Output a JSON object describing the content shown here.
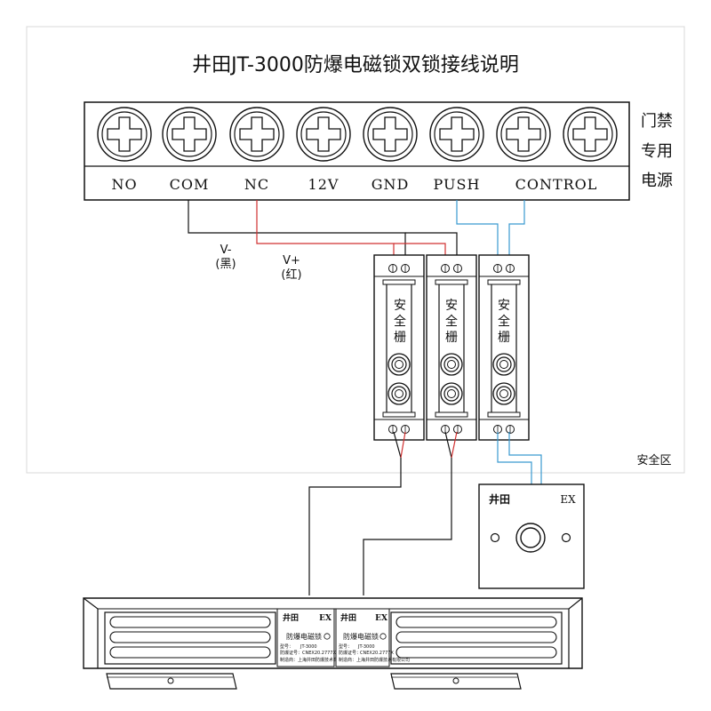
{
  "title": "井田JT-3000防爆电磁锁双锁接线说明",
  "terminal_block": {
    "labels": [
      "NO",
      "COM",
      "NC",
      "12V",
      "GND",
      "PUSH",
      "CONTROL"
    ],
    "side_label": [
      "门禁",
      "专用",
      "电源"
    ]
  },
  "wire_labels": {
    "v_minus": "V-",
    "v_minus_color": "(黑)",
    "v_plus": "V+",
    "v_plus_color": "(红)"
  },
  "barriers": [
    {
      "text": [
        "安",
        "全",
        "栅"
      ]
    },
    {
      "text": [
        "安",
        "全",
        "栅"
      ]
    },
    {
      "text": [
        "安",
        "全",
        "栅"
      ]
    }
  ],
  "safe_zone_label": "安全区",
  "button_box": {
    "brand": "井田",
    "ex": "EX"
  },
  "lock_plates": [
    {
      "brand": "井田",
      "ex": "EX",
      "name": "防爆电磁锁",
      "model_label": "型号：",
      "model": "JT-3000",
      "cert_label": "防爆证号：",
      "cert": "CNEX20.2777X",
      "maker": "制造商：上海井田防爆技术有限公司"
    },
    {
      "brand": "井田",
      "ex": "EX",
      "name": "防爆电磁锁",
      "model_label": "型号：",
      "model": "JT-3000",
      "cert_label": "防爆证号：",
      "cert": "CNEX20.2777X",
      "maker": "制造商：上海井田防爆技术有限公司"
    }
  ],
  "colors": {
    "line": "#111111",
    "red_wire": "#d03030",
    "blue_wire": "#3a9ad0",
    "frame": "#d8d8d8"
  }
}
